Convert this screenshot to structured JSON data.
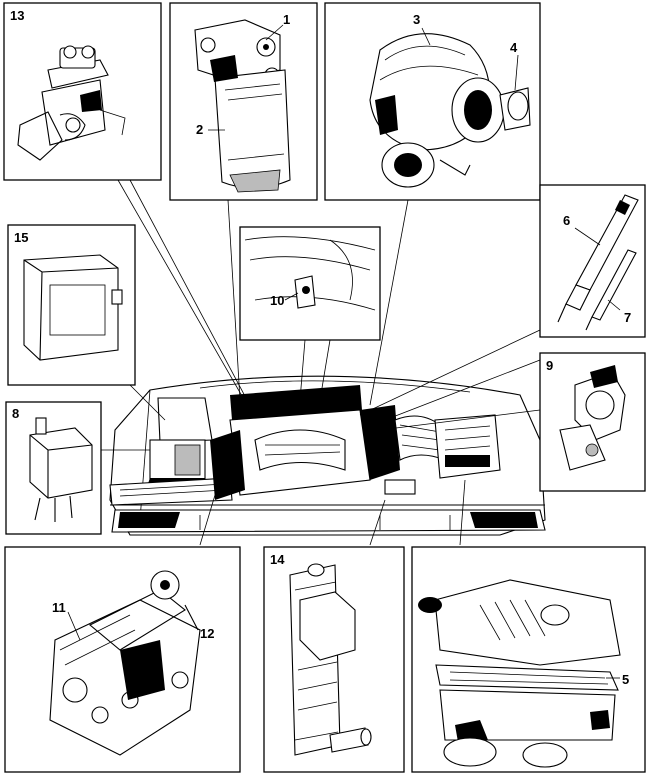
{
  "diagram": {
    "callouts": [
      {
        "id": "c1",
        "text": "1"
      },
      {
        "id": "c2",
        "text": "2"
      },
      {
        "id": "c3",
        "text": "3"
      },
      {
        "id": "c4",
        "text": "4"
      },
      {
        "id": "c5",
        "text": "5"
      },
      {
        "id": "c6",
        "text": "6"
      },
      {
        "id": "c7",
        "text": "7"
      },
      {
        "id": "c8",
        "text": "8"
      },
      {
        "id": "c9",
        "text": "9"
      },
      {
        "id": "c10",
        "text": "10"
      },
      {
        "id": "c11",
        "text": "11"
      },
      {
        "id": "c12",
        "text": "12"
      },
      {
        "id": "c13",
        "text": "13"
      },
      {
        "id": "c14",
        "text": "14"
      },
      {
        "id": "c15",
        "text": "15"
      }
    ],
    "colors": {
      "ink": "#000000",
      "paper": "#ffffff"
    }
  }
}
